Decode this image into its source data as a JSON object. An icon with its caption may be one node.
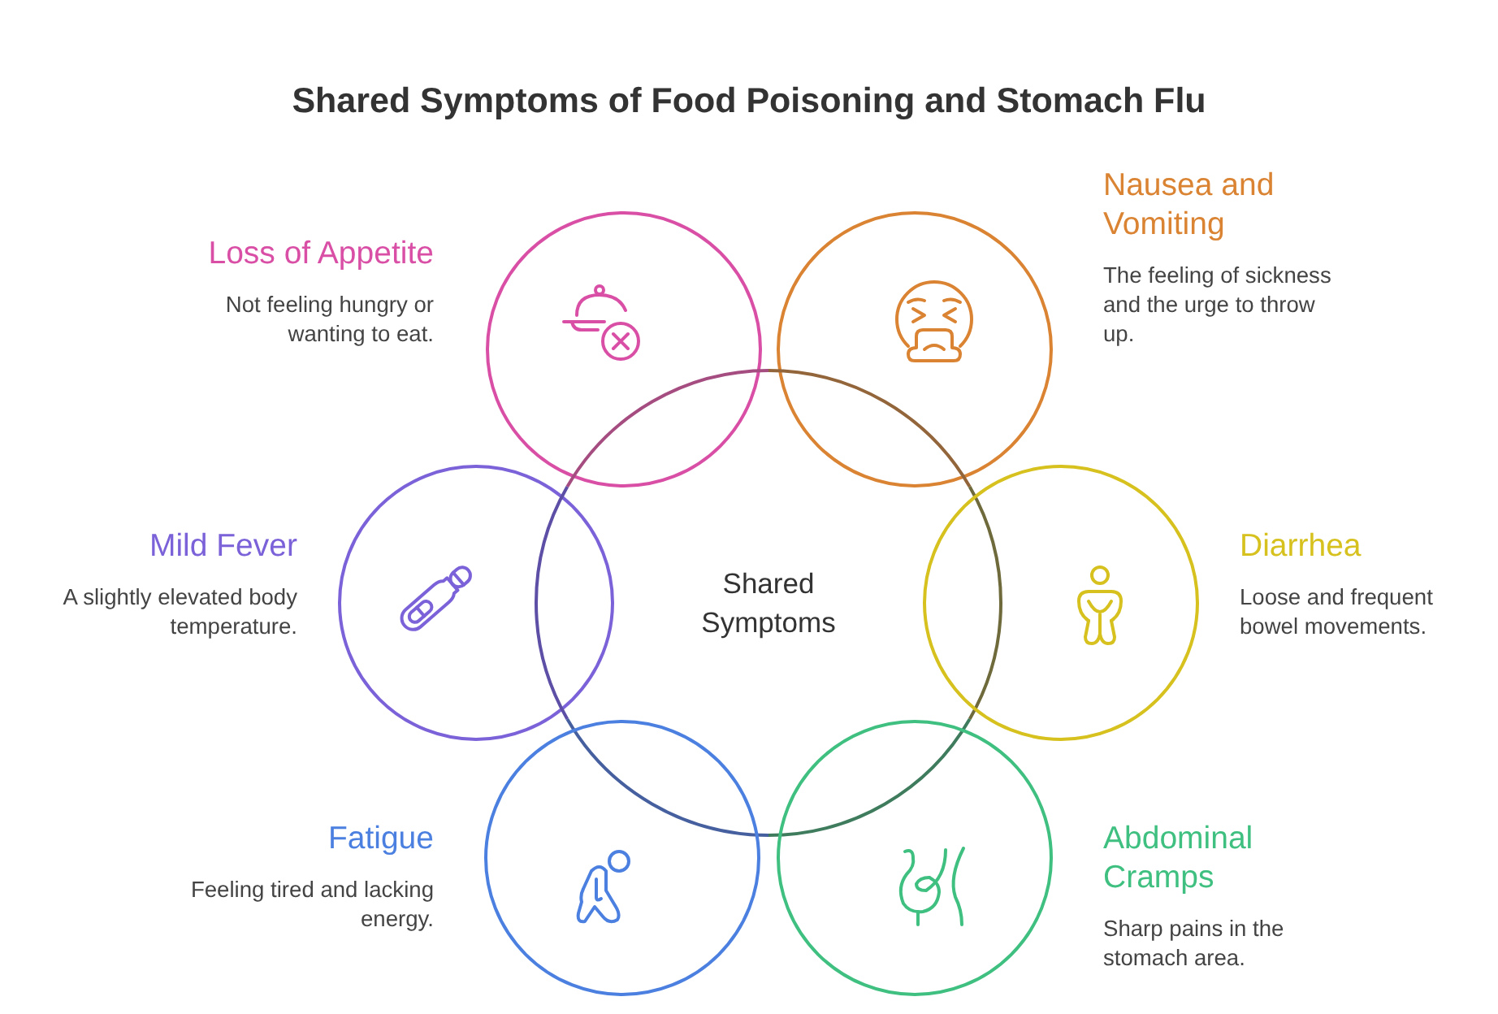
{
  "diagram": {
    "title": "Shared Symptoms of Food Poisoning and Stomach Flu",
    "nodes": [
      {
        "text": [
          "Loss of Appetite",
          "Not feeling hungry or wanting to eat."
        ]
      },
      {
        "text": [
          "Nausea and Vomiting",
          "The feeling of sickness and the urge to throw up."
        ]
      },
      {
        "text": [
          "Mild Fever",
          "A slightly elevated body temperature."
        ]
      },
      {
        "text": [
          "Shared Symptoms"
        ]
      },
      {
        "text": [
          "Diarrhea",
          "Loose and frequent bowel movements."
        ]
      },
      {
        "text": [
          "Fatigue",
          "Feeling tired and lacking energy."
        ]
      },
      {
        "text": [
          "Abdominal Cramps",
          "Sharp pains in the stomach area."
        ]
      }
    ]
  }
}
